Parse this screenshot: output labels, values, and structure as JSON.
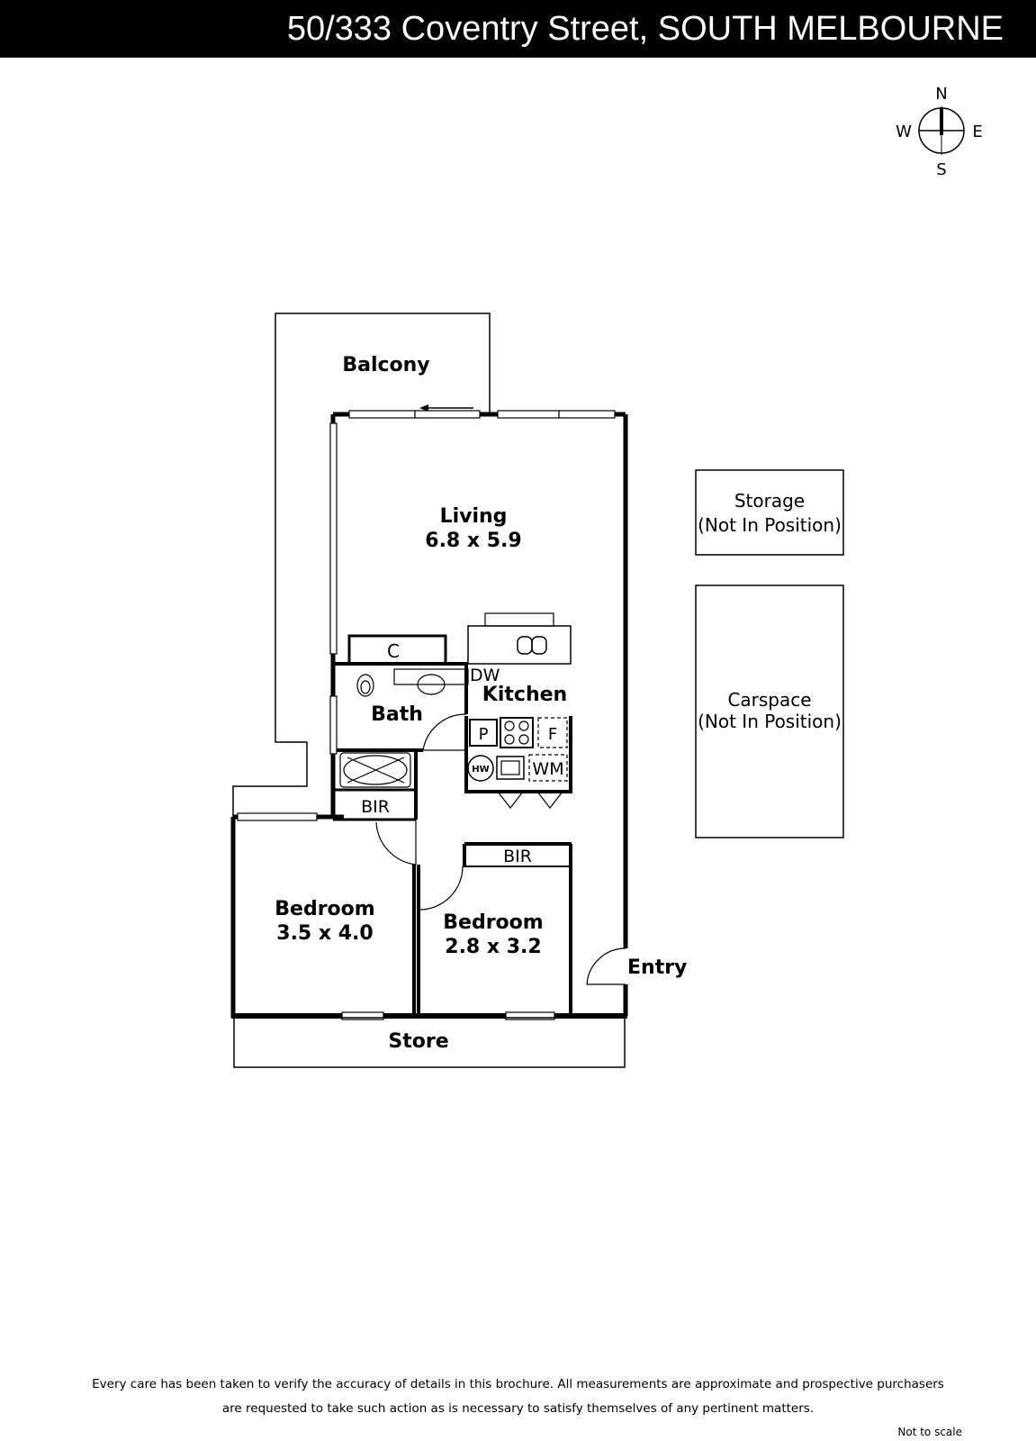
{
  "header": {
    "title": "50/333 Coventry Street, SOUTH MELBOURNE"
  },
  "compass": {
    "n": "N",
    "e": "E",
    "s": "S",
    "w": "W"
  },
  "rooms": {
    "balcony": "Balcony",
    "living_name": "Living",
    "living_dims": "6.8 x 5.9",
    "kitchen": "Kitchen",
    "bath": "Bath",
    "bedroom1_name": "Bedroom",
    "bedroom1_dims": "3.5 x 4.0",
    "bedroom2_name": "Bedroom",
    "bedroom2_dims": "2.8 x 3.2",
    "bir1": "BIR",
    "bir2": "BIR",
    "store": "Store",
    "entry": "Entry",
    "storage_line1": "Storage",
    "storage_line2": "(Not In Position)",
    "carspace_line1": "Carspace",
    "carspace_line2": "(Not In Position)"
  },
  "fixtures": {
    "c": "C",
    "dw": "DW",
    "p": "P",
    "f": "F",
    "hw": "HW",
    "wm": "WM"
  },
  "footer": {
    "disclaimer_line1": "Every care has been taken to verify the accuracy of details in this brochure.  All measurements are approximate and prospective purchasers",
    "disclaimer_line2": "are requested to take such action as is necessary to satisfy themselves of any pertinent matters.",
    "scale_note": "Not to scale"
  }
}
